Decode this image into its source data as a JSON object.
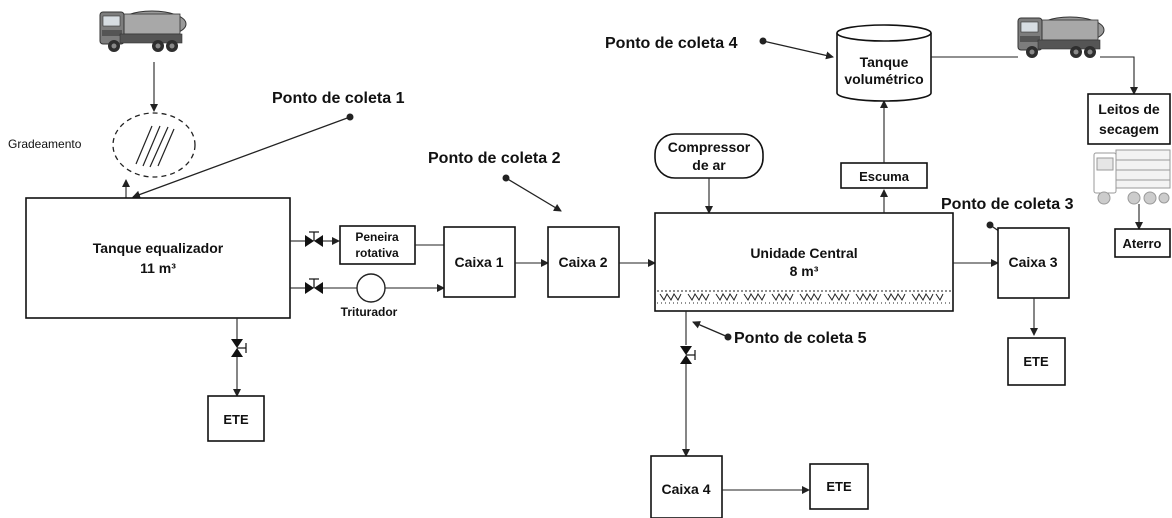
{
  "labels": {
    "tanque_equalizador": "Tanque equalizador",
    "tanque_volume": "11 m³",
    "gradeamento": "Gradeamento",
    "peneira_1": "Peneira",
    "peneira_2": "rotativa",
    "triturador": "Triturador",
    "caixa1": "Caixa 1",
    "caixa2": "Caixa 2",
    "caixa3": "Caixa 3",
    "caixa4": "Caixa 4",
    "compressor_1": "Compressor",
    "compressor_2": "de ar",
    "unidade_central": "Unidade Central",
    "unidade_volume": "8 m³",
    "escuma": "Escuma",
    "tanque_vol_1": "Tanque",
    "tanque_vol_2": "volumétrico",
    "leitos_1": "Leitos de",
    "leitos_2": "secagem",
    "aterro": "Aterro",
    "ete_left": "ETE",
    "ete_right": "ETE",
    "ete_bottom": "ETE",
    "ponto1": "Ponto de coleta 1",
    "ponto2": "Ponto de coleta 2",
    "ponto3": "Ponto de coleta 3",
    "ponto4": "Ponto de coleta 4",
    "ponto5": "Ponto de coleta 5"
  },
  "icons": {
    "truck": "tanker-truck-icon",
    "dump_truck": "dump-truck-icon",
    "valve": "valve-icon",
    "pump": "pump-icon"
  },
  "colors": {
    "line": "#222222",
    "truck_body": "#8a8a8a",
    "truck_dark": "#3a3a3a"
  }
}
